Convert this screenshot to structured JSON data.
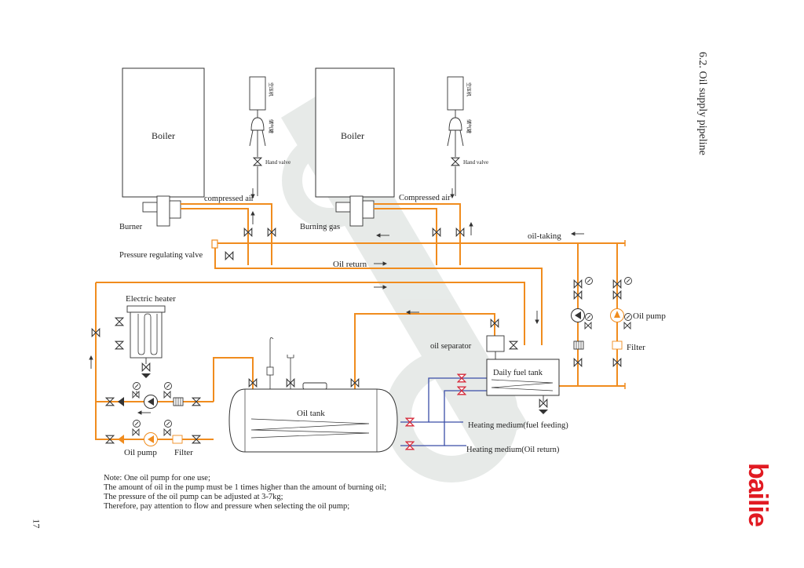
{
  "title": "6.2. Oil supply pipeline",
  "page_number": "17",
  "logo": "bailie",
  "colors": {
    "oil_line": "#f08c1e",
    "heating_line": "#3b4ea8",
    "valve_red": "#d62a3a",
    "line": "#333333",
    "watermark": "#d4dad7"
  },
  "labels": {
    "boiler_left": "Boiler",
    "boiler_right": "Boiler",
    "burner": "Burner",
    "burning_gas": "Burning gas",
    "compressed_air_left": "compressed air",
    "compressed_air_right": "Compressed air",
    "hand_valve_left": "Hand valve",
    "hand_valve_right": "Hand valve",
    "air_compressor_left": "空压机",
    "air_compressor_right": "空压机",
    "air_tank_left": "储气罐",
    "air_tank_right": "储气罐",
    "pressure_regulating_valve": "Pressure regulating valve",
    "oil_return": "Oil return",
    "oil_taking": "oil-taking",
    "electric_heater": "Electric heater",
    "oil_separator": "oil separator",
    "daily_fuel_tank": "Daily fuel tank",
    "oil_tank": "Oil tank",
    "oil_pump_right": "Oil pump",
    "filter_right": "Filter",
    "oil_pump_bottom": "Oil pump",
    "filter_bottom": "Filter",
    "heating_feed": "Heating medium(fuel feeding)",
    "heating_return": "Heating medium(Oil return)"
  },
  "note": [
    "Note: One oil pump for one use;",
    "The amount of oil in the pump must be 1 times higher than the amount of burning oil;",
    "The pressure of the oil pump can be adjusted at 3-7kg;",
    "Therefore, pay attention to flow and pressure when selecting the oil pump;"
  ]
}
